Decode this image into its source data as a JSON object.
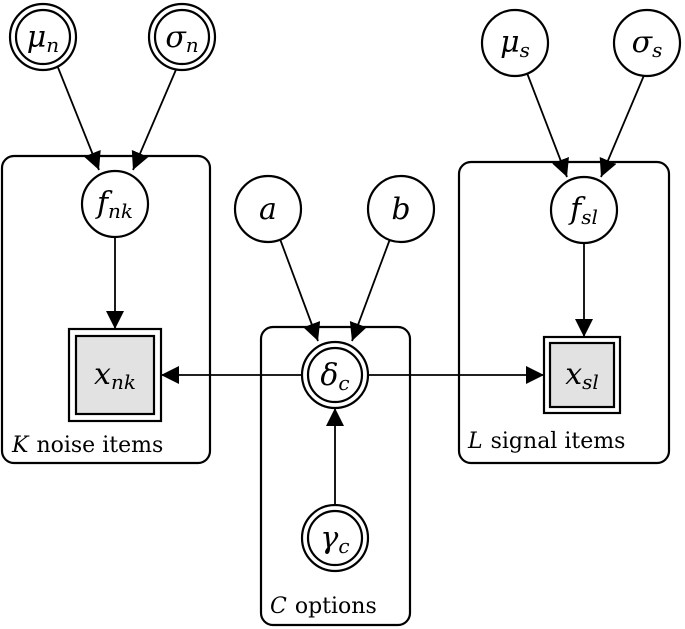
{
  "nodes": {
    "mu_n": {
      "symbol": "μ",
      "subscript": "n"
    },
    "sigma_n": {
      "symbol": "σ",
      "subscript": "n"
    },
    "mu_s": {
      "symbol": "μ",
      "subscript": "s"
    },
    "sigma_s": {
      "symbol": "σ",
      "subscript": "s"
    },
    "a": {
      "symbol": "a",
      "subscript": ""
    },
    "b": {
      "symbol": "b",
      "subscript": ""
    },
    "f_nk": {
      "symbol": "f",
      "subscript": "nk"
    },
    "f_sl": {
      "symbol": "f",
      "subscript": "sl"
    },
    "delta_c": {
      "symbol": "δ",
      "subscript": "c"
    },
    "gamma_c": {
      "symbol": "γ",
      "subscript": "c"
    },
    "x_nk": {
      "symbol": "x",
      "subscript": "nk"
    },
    "x_sl": {
      "symbol": "x",
      "subscript": "sl"
    }
  },
  "plates": {
    "noise": {
      "var": "K",
      "text": "noise items"
    },
    "options": {
      "var": "C",
      "text": "options"
    },
    "signal": {
      "var": "L",
      "text": "signal items"
    }
  }
}
